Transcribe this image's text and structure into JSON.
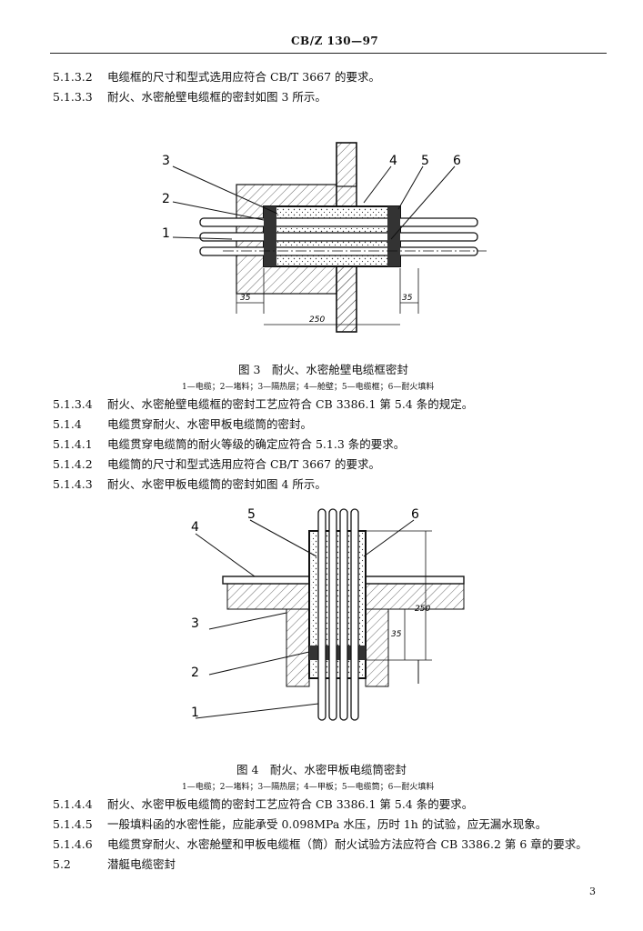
{
  "header": {
    "title": "CB/Z 130—97"
  },
  "lines_top": [
    {
      "num": "5.1.3.2",
      "text": "电缆框的尺寸和型式选用应符合 CB/T 3667 的要求。"
    },
    {
      "num": "5.1.3.3",
      "text": "耐火、水密舱壁电缆框的密封如图 3 所示。"
    }
  ],
  "figure3": {
    "caption": "图 3　耐火、水密舱壁电缆框密封",
    "legend": "1—电缆；2—堵料；3—隔热层；4—舱壁；5—电缆框；6—耐火填料",
    "labels": [
      "3",
      "4",
      "5",
      "6",
      "2",
      "1"
    ],
    "dims": [
      "35",
      "35",
      "250"
    ]
  },
  "lines_mid": [
    {
      "num": "5.1.3.4",
      "text": "耐火、水密舱壁电缆框的密封工艺应符合 CB 3386.1 第 5.4 条的规定。"
    },
    {
      "num": "5.1.4",
      "text": "电缆贯穿耐火、水密甲板电缆筒的密封。"
    },
    {
      "num": "5.1.4.1",
      "text": "电缆贯穿电缆筒的耐火等级的确定应符合 5.1.3 条的要求。"
    },
    {
      "num": "5.1.4.2",
      "text": "电缆筒的尺寸和型式选用应符合 CB/T 3667 的要求。"
    },
    {
      "num": "5.1.4.3",
      "text": "耐火、水密甲板电缆筒的密封如图 4 所示。"
    }
  ],
  "figure4": {
    "caption": "图 4　耐火、水密甲板电缆筒密封",
    "legend": "1—电缆；2—堵料；3—隔热层；4—甲板；5—电缆筒；6—耐火填料",
    "labels": [
      "4",
      "5",
      "6",
      "3",
      "2",
      "1"
    ],
    "dims": [
      "35",
      "250"
    ]
  },
  "lines_bottom": [
    {
      "num": "5.1.4.4",
      "text": "耐火、水密甲板电缆筒的密封工艺应符合 CB 3386.1 第 5.4 条的要求。"
    },
    {
      "num": "5.1.4.5",
      "text": "一般填料函的水密性能，应能承受 0.098MPa 水压，历时 1h 的试验，应无漏水现象。"
    },
    {
      "num": "5.1.4.6",
      "text": "电缆贯穿耐火、水密舱壁和甲板电缆框（筒）耐火试验方法应符合 CB 3386.2 第 6 章的要求。"
    },
    {
      "num": "5.2",
      "text": "潜艇电缆密封"
    }
  ],
  "page_number": "3"
}
